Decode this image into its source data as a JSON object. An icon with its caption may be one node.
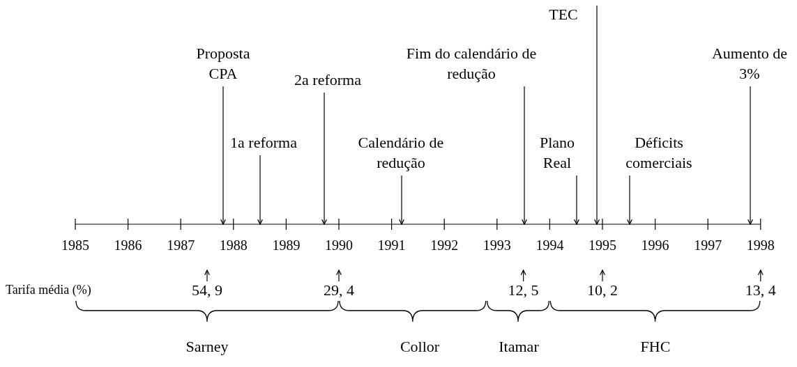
{
  "diagram": {
    "nodes": [
      {
        "text": [
          "Proposta CPA"
        ]
      },
      {
        "text": [
          "1a reforma"
        ]
      },
      {
        "text": [
          "2a reforma"
        ]
      },
      {
        "text": [
          "Calendário de redução"
        ]
      },
      {
        "text": [
          "Fim do calendário de redução"
        ]
      },
      {
        "text": [
          "Plano Real"
        ]
      },
      {
        "text": [
          "TEC"
        ]
      },
      {
        "text": [
          "Déficits comerciais"
        ]
      },
      {
        "text": [
          "Aumento de 3%"
        ]
      },
      {
        "text": [
          "54, 9"
        ]
      },
      {
        "text": [
          "29, 4"
        ]
      },
      {
        "text": [
          "12, 5"
        ]
      },
      {
        "text": [
          "10, 2"
        ]
      },
      {
        "text": [
          "13, 4"
        ]
      }
    ],
    "edges": [
      {
        "from": 0,
        "to": null,
        "arrow": "to"
      },
      {
        "from": 1,
        "to": null,
        "arrow": "to"
      },
      {
        "from": 2,
        "to": null,
        "arrow": "to"
      },
      {
        "from": 3,
        "to": null,
        "arrow": "to"
      },
      {
        "from": 4,
        "to": null,
        "arrow": "to"
      },
      {
        "from": 5,
        "to": null,
        "arrow": "to"
      },
      {
        "from": 6,
        "to": null,
        "arrow": "to"
      },
      {
        "from": 7,
        "to": null,
        "arrow": "to"
      },
      {
        "from": 8,
        "to": null,
        "arrow": "to"
      },
      {
        "from": 9,
        "to": null,
        "arrow": "to"
      },
      {
        "from": 10,
        "to": null,
        "arrow": "to"
      },
      {
        "from": 11,
        "to": null,
        "arrow": "to"
      },
      {
        "from": 12,
        "to": null,
        "arrow": "to"
      },
      {
        "from": 13,
        "to": null,
        "arrow": "to"
      }
    ],
    "labels": [
      "1985",
      "1986",
      "1987",
      "1988",
      "1989",
      "1990",
      "1991",
      "1992",
      "1993",
      "1994",
      "1995",
      "1996",
      "1997",
      "1998",
      "Tarifa média (%)",
      "Sarney",
      "Collor",
      "Itamar",
      "FHC"
    ]
  }
}
